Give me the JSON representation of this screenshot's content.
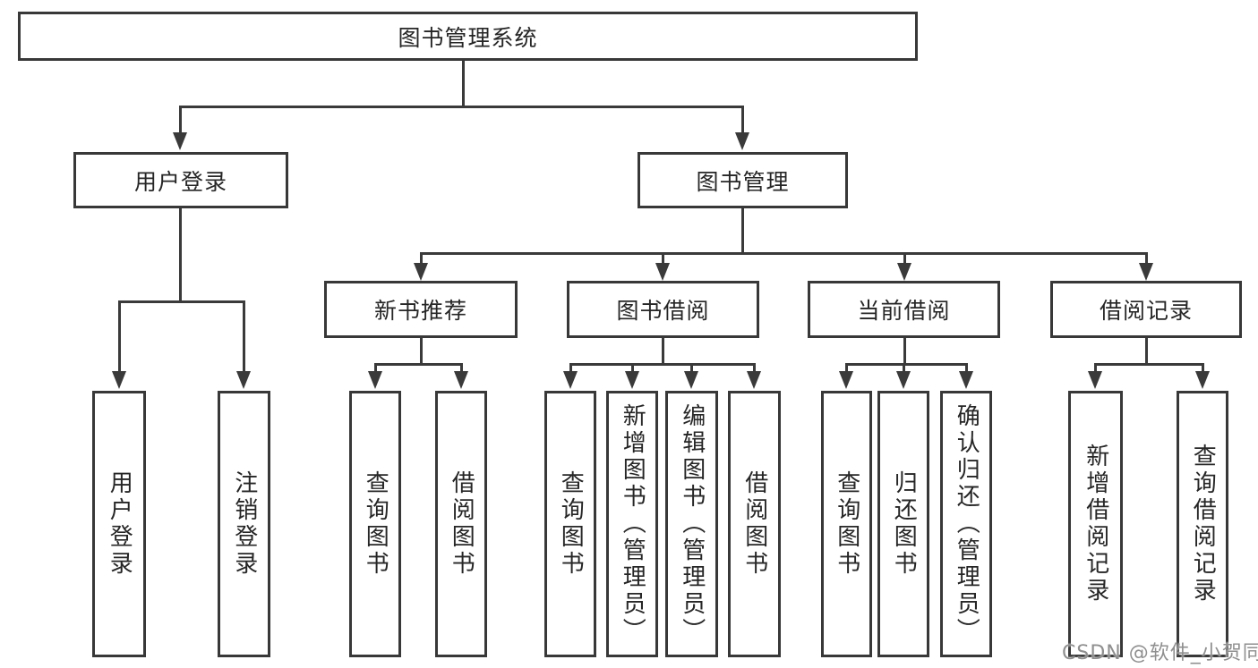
{
  "tree": {
    "label": "图书管理系统",
    "children": [
      {
        "label": "用户登录",
        "children": [
          {
            "label": "用户登录"
          },
          {
            "label": "注销登录"
          }
        ]
      },
      {
        "label": "图书管理",
        "children": [
          {
            "label": "新书推荐",
            "children": [
              {
                "label": "查询图书"
              },
              {
                "label": "借阅图书"
              }
            ]
          },
          {
            "label": "图书借阅",
            "children": [
              {
                "label": "查询图书"
              },
              {
                "label": "新增图书（管理员）"
              },
              {
                "label": "编辑图书（管理员）"
              },
              {
                "label": "借阅图书"
              }
            ]
          },
          {
            "label": "当前借阅",
            "children": [
              {
                "label": "查询图书"
              },
              {
                "label": "归还图书"
              },
              {
                "label": "确认归还（管理员）"
              }
            ]
          },
          {
            "label": "借阅记录",
            "children": [
              {
                "label": "新增借阅记录"
              },
              {
                "label": "查询借阅记录"
              }
            ]
          }
        ]
      }
    ]
  },
  "watermark": {
    "text": "CSDN @软件_小贺同学"
  },
  "colors": {
    "line": "#3a3a3a",
    "text": "#262626",
    "box_border": "#383838",
    "watermark": "#8f8f8f",
    "background": "#ffffff"
  }
}
